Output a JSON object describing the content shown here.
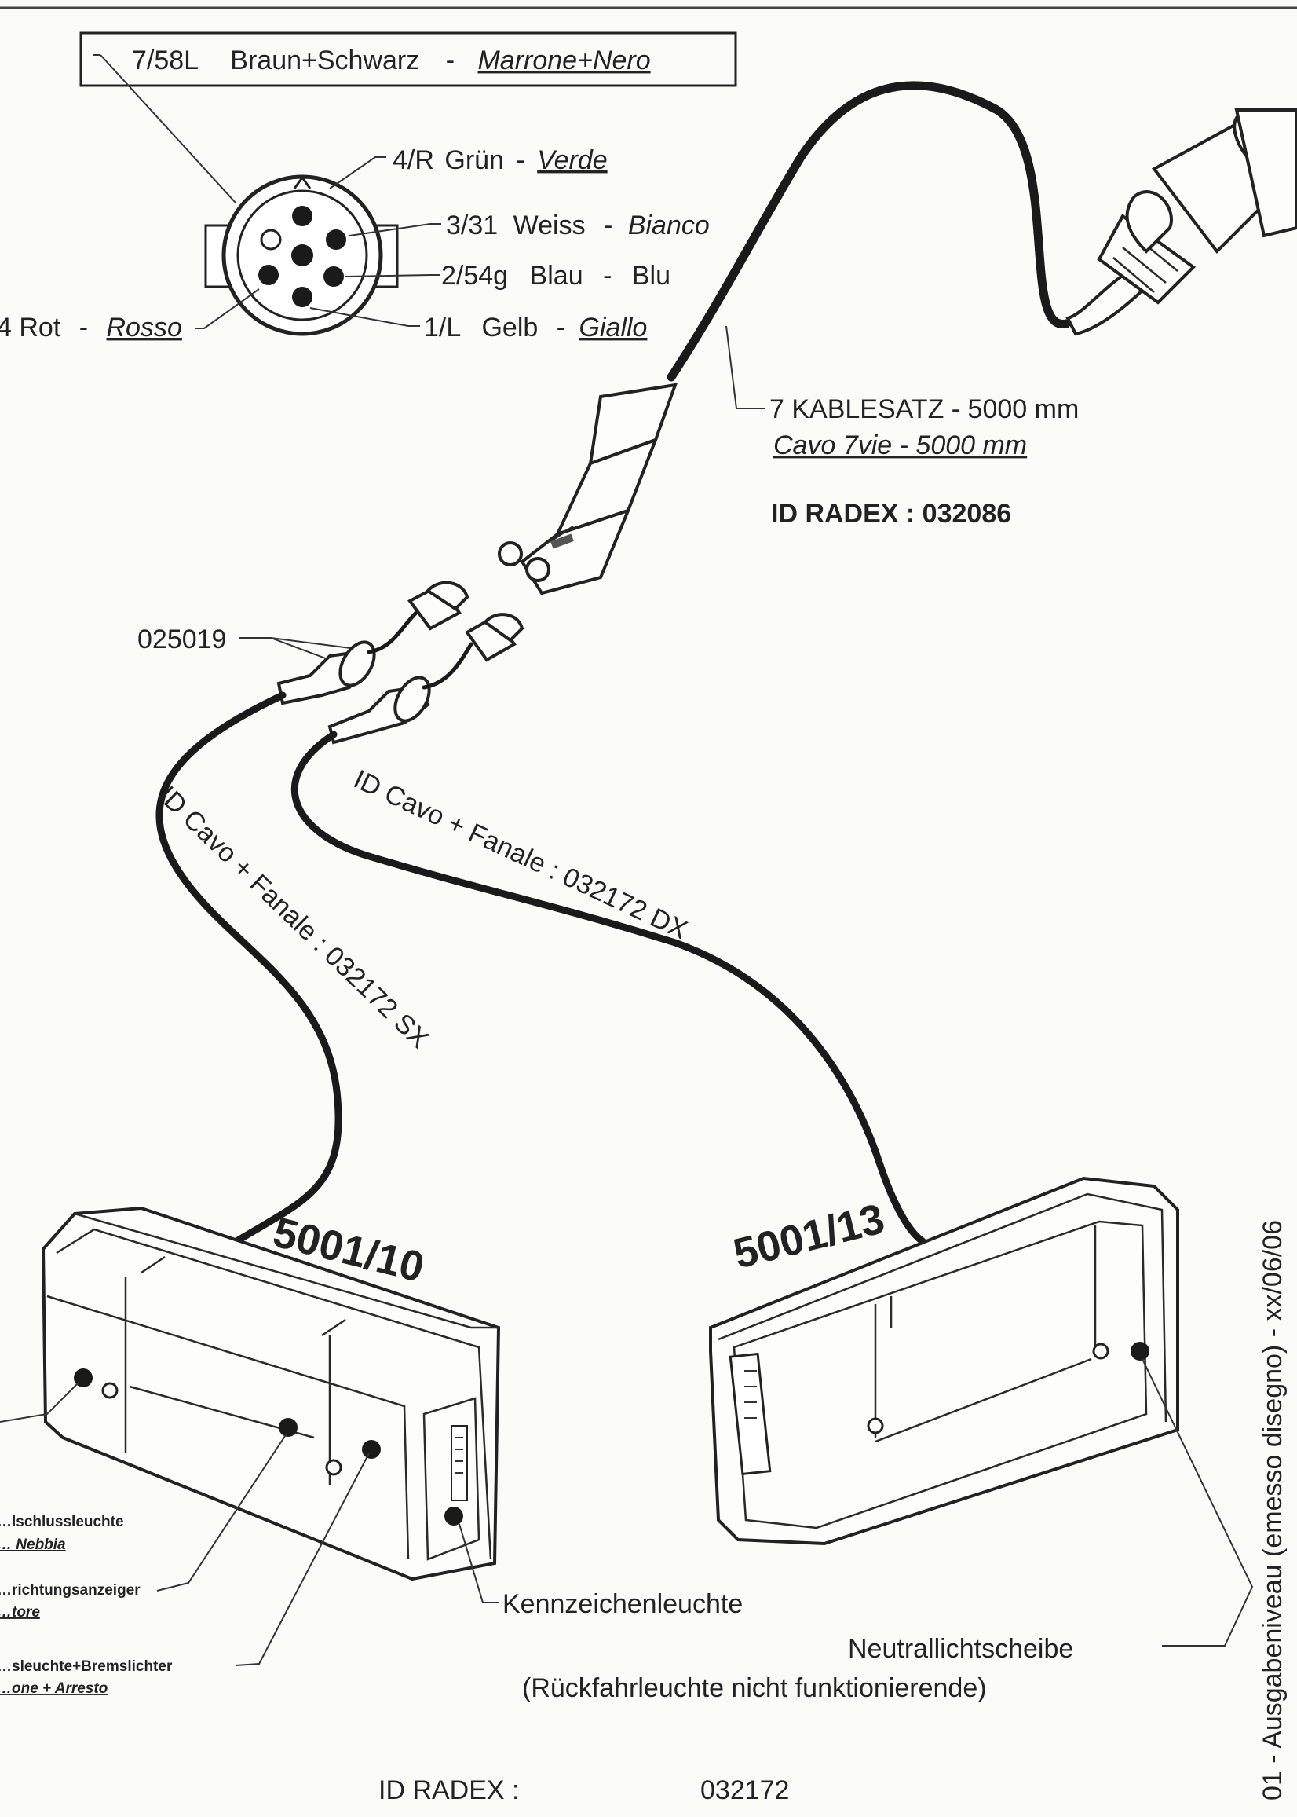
{
  "connector": {
    "box_code": "7/58L",
    "box_color_de": "Braun+Schwarz",
    "box_sep": "-",
    "box_color_it": "Marrone+Nero",
    "pins": [
      {
        "code": "4/R",
        "de": "Grün",
        "sep": "-",
        "it": "Verde"
      },
      {
        "code": "3/31",
        "de": "Weiss",
        "sep": "-",
        "it": "Bianco"
      },
      {
        "code": "2/54g",
        "de": "Blau",
        "sep": "-",
        "it": "Blu"
      },
      {
        "code": "1/L",
        "de": "Gelb",
        "sep": "-",
        "it": "Giallo"
      }
    ],
    "left_pin_de": "4 Rot",
    "left_pin_sep": "-",
    "left_pin_it": "Rosso"
  },
  "cable": {
    "line1": "7 KABLESATZ  - 5000 mm",
    "line2": "Cavo 7vie  - 5000 mm",
    "id": "ID RADEX : 032086"
  },
  "bulb_code": "025019",
  "harness_sx": "ID Cavo + Fanale :  032172 SX",
  "harness_dx": "ID Cavo + Fanale :  032172 DX",
  "lamp_left": {
    "model": "5001/10",
    "labels": [
      {
        "de": "…lschlussleuchte",
        "it": "… Nebbia"
      },
      {
        "de": "…richtungsanzeiger",
        "it": "…tore"
      },
      {
        "de": "…sleuchte+Bremslichter",
        "it": "…one + Arresto"
      }
    ],
    "plate_light": "Kennzeichenleuchte"
  },
  "lamp_right": {
    "model": "5001/13",
    "neutral": "Neutrallichtscheibe",
    "neutral_note": "(Rückfahrleuchte nicht funktionierende)"
  },
  "footer": {
    "id_label": "ID RADEX :",
    "id_value": "032172"
  },
  "revision_note": "01  -  Ausgabeniveau (emesso disegno)    -    xx/06/06"
}
